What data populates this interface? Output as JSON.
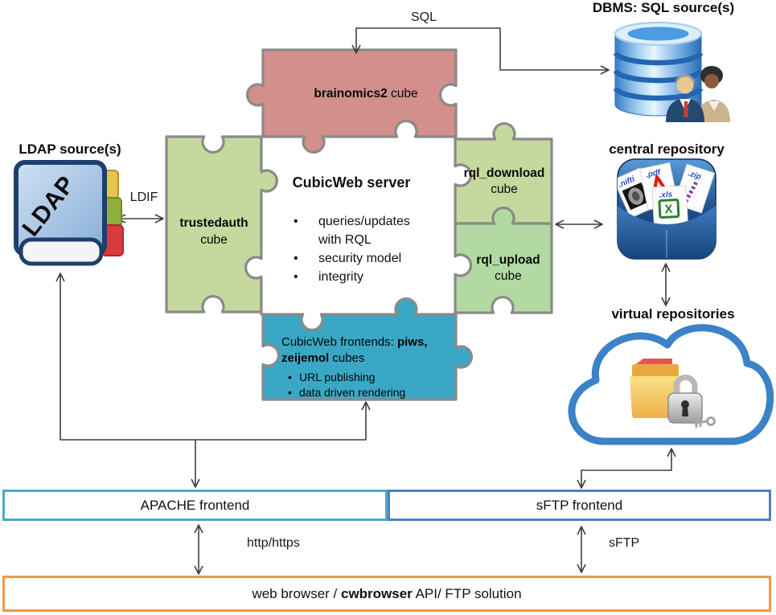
{
  "colors": {
    "pink": "#d28f8c",
    "green_light": "#c5d89e",
    "green_mint": "#b2d9a2",
    "teal": "#3aa7c5",
    "white_piece": "#ffffff",
    "piece_border": "#8a8a8a",
    "arrow": "#3f3f3f",
    "apache_border": "#4bacc6",
    "sftp_border": "#4f81bd",
    "browser_border": "#f79646"
  },
  "pieces": {
    "brainomics": {
      "name": "brainomics2",
      "type": " cube"
    },
    "trustedauth": {
      "name": "trustedauth",
      "type": "cube"
    },
    "server": {
      "title": "CubicWeb server",
      "bullets": [
        "queries/updates with RQL",
        "security model",
        "integrity"
      ]
    },
    "rql_download": {
      "name": "rql_download",
      "type": "cube"
    },
    "rql_upload": {
      "name": "rql_upload",
      "type": "cube"
    },
    "frontends": {
      "line1_regular": "CubicWeb frontends: ",
      "line1_bold": "piws,",
      "line2_bold": "zeijemol",
      "line2_regular": " cubes",
      "bullets": [
        "URL publishing",
        "data driven rendering"
      ]
    }
  },
  "external": {
    "dbms_title": "DBMS: SQL source(s)",
    "ldap_title": "LDAP source(s)",
    "ldap_book_text": "LDAP",
    "central_repo_title": "central repository",
    "virtual_repo_title": "virtual repositories",
    "file_labels": [
      ".nifti",
      ".pdf",
      ".zip",
      ".xls"
    ],
    "xls_glyph": "X"
  },
  "edge_labels": {
    "sql": "SQL",
    "ldif": "LDIF",
    "http": "http/https",
    "sftp": "sFTP"
  },
  "boxes": {
    "apache": "APACHE frontend",
    "sftp": "sFTP frontend",
    "browser_pre": "web browser / ",
    "browser_bold": "cwbrowser",
    "browser_post": " API/ FTP solution"
  }
}
